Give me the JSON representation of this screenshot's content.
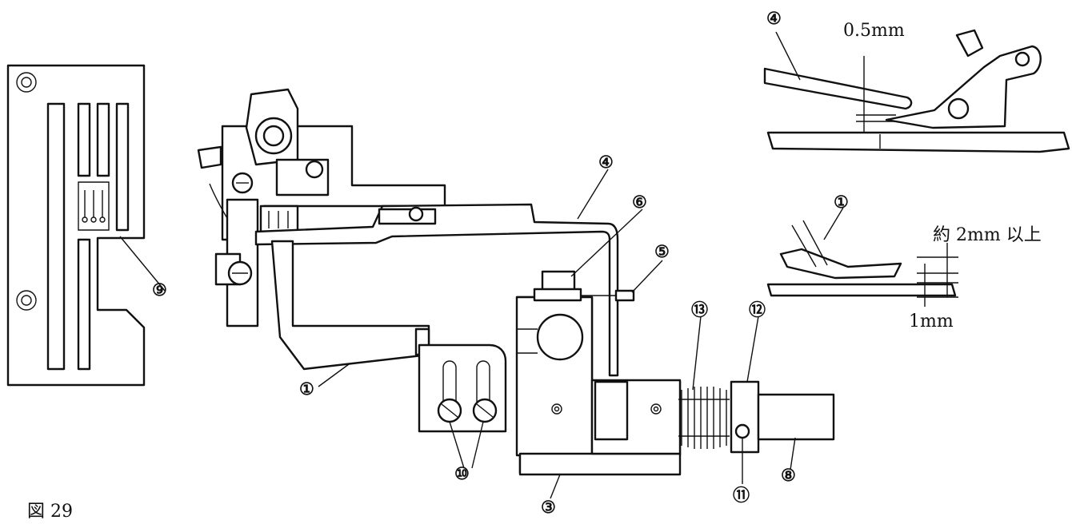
{
  "figure_label": "図 29",
  "dimensions": {
    "gap_top": "0.5mm",
    "clearance": "約 2mm 以上",
    "height": "1mm"
  },
  "callouts": {
    "c1": "①",
    "c3": "③",
    "c4": "④",
    "c5": "⑤",
    "c6": "⑥",
    "c8": "⑧",
    "c9": "⑨",
    "c10": "⑩",
    "c11": "⑪",
    "c12": "⑫",
    "c13": "⑬",
    "detail_top_4": "④",
    "detail_mid_1": "①"
  }
}
